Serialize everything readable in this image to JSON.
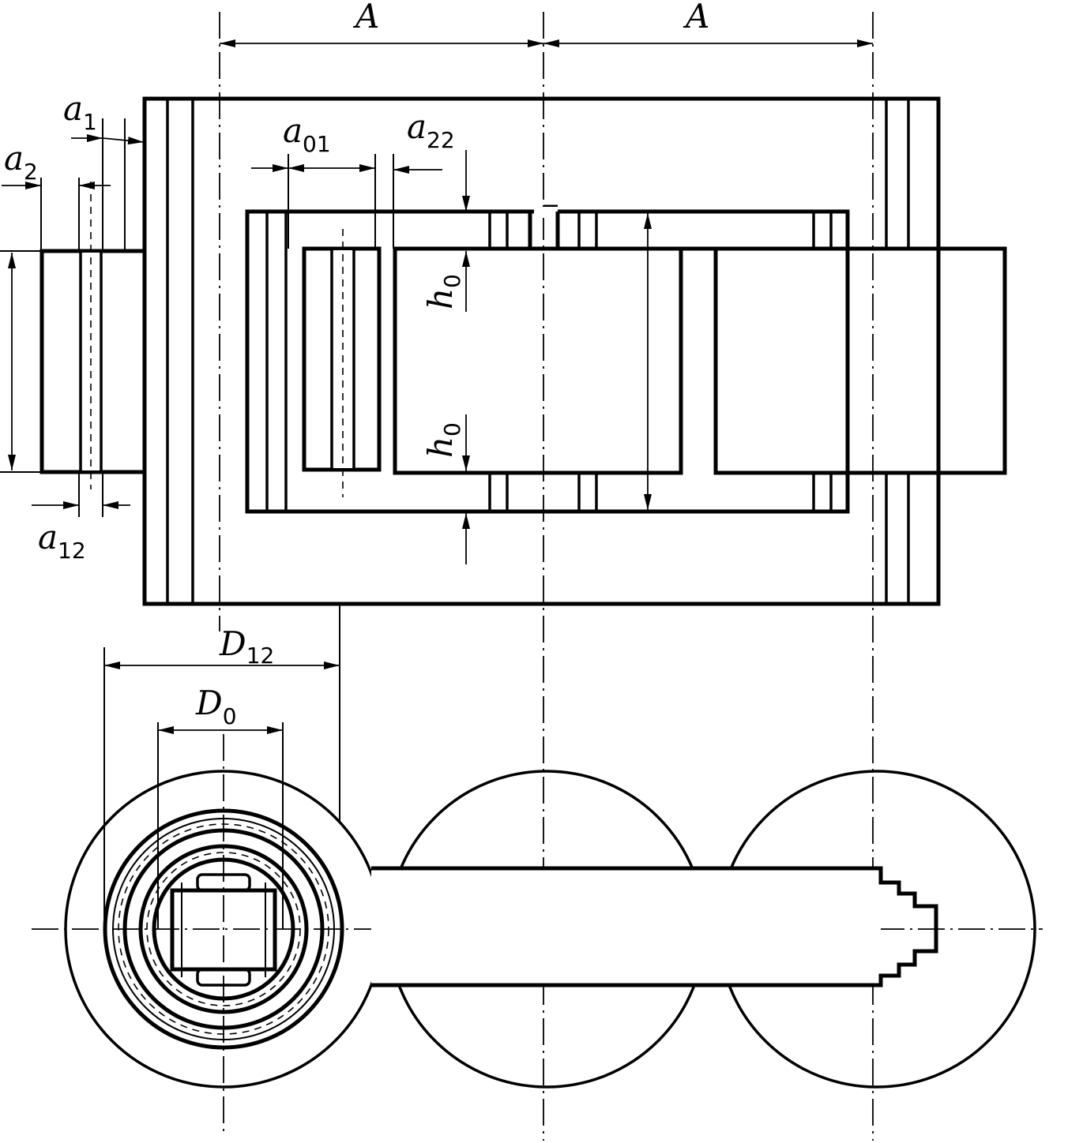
{
  "labels": {
    "A_left": "A",
    "A_right": "A",
    "a1": {
      "main": "a",
      "sub": "1"
    },
    "a2": {
      "main": "a",
      "sub": "2"
    },
    "a01": {
      "main": "a",
      "sub": "01"
    },
    "a22": {
      "main": "a",
      "sub": "22"
    },
    "a12": {
      "main": "a",
      "sub": "12"
    },
    "h0_top": {
      "main": "h",
      "sub": "0"
    },
    "h0_bottom": {
      "main": "h",
      "sub": "0"
    },
    "D12": {
      "main": "D",
      "sub": "12"
    },
    "D0": {
      "main": "D",
      "sub": "0"
    }
  }
}
